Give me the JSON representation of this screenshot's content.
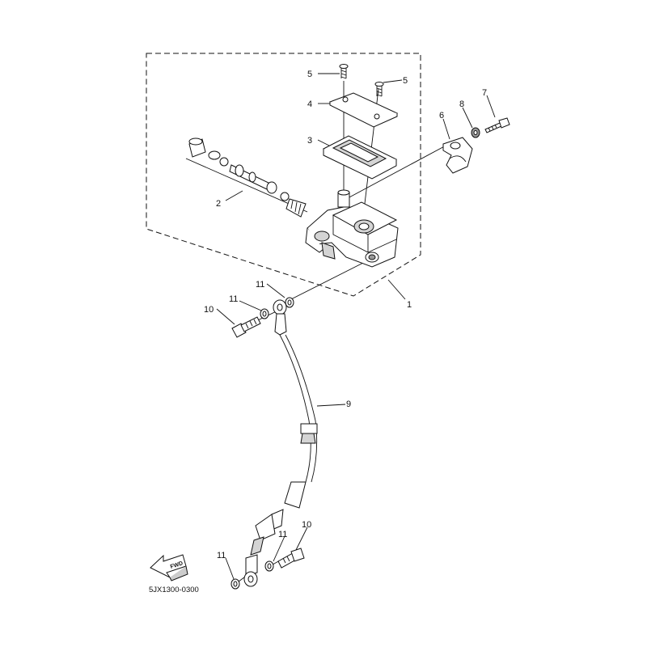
{
  "diagram": {
    "code": "5JX1300-0300",
    "fwd_label": "FWD",
    "callouts": [
      {
        "id": "c1",
        "text": "1"
      },
      {
        "id": "c2",
        "text": "2"
      },
      {
        "id": "c3",
        "text": "3"
      },
      {
        "id": "c4",
        "text": "4"
      },
      {
        "id": "c5a",
        "text": "5"
      },
      {
        "id": "c5b",
        "text": "5"
      },
      {
        "id": "c6",
        "text": "6"
      },
      {
        "id": "c7",
        "text": "7"
      },
      {
        "id": "c8",
        "text": "8"
      },
      {
        "id": "c9",
        "text": "9"
      },
      {
        "id": "c10a",
        "text": "10"
      },
      {
        "id": "c10b",
        "text": "10"
      },
      {
        "id": "c11a",
        "text": "11"
      },
      {
        "id": "c11b",
        "text": "11"
      },
      {
        "id": "c11c",
        "text": "11"
      },
      {
        "id": "c11d",
        "text": "11"
      }
    ]
  }
}
